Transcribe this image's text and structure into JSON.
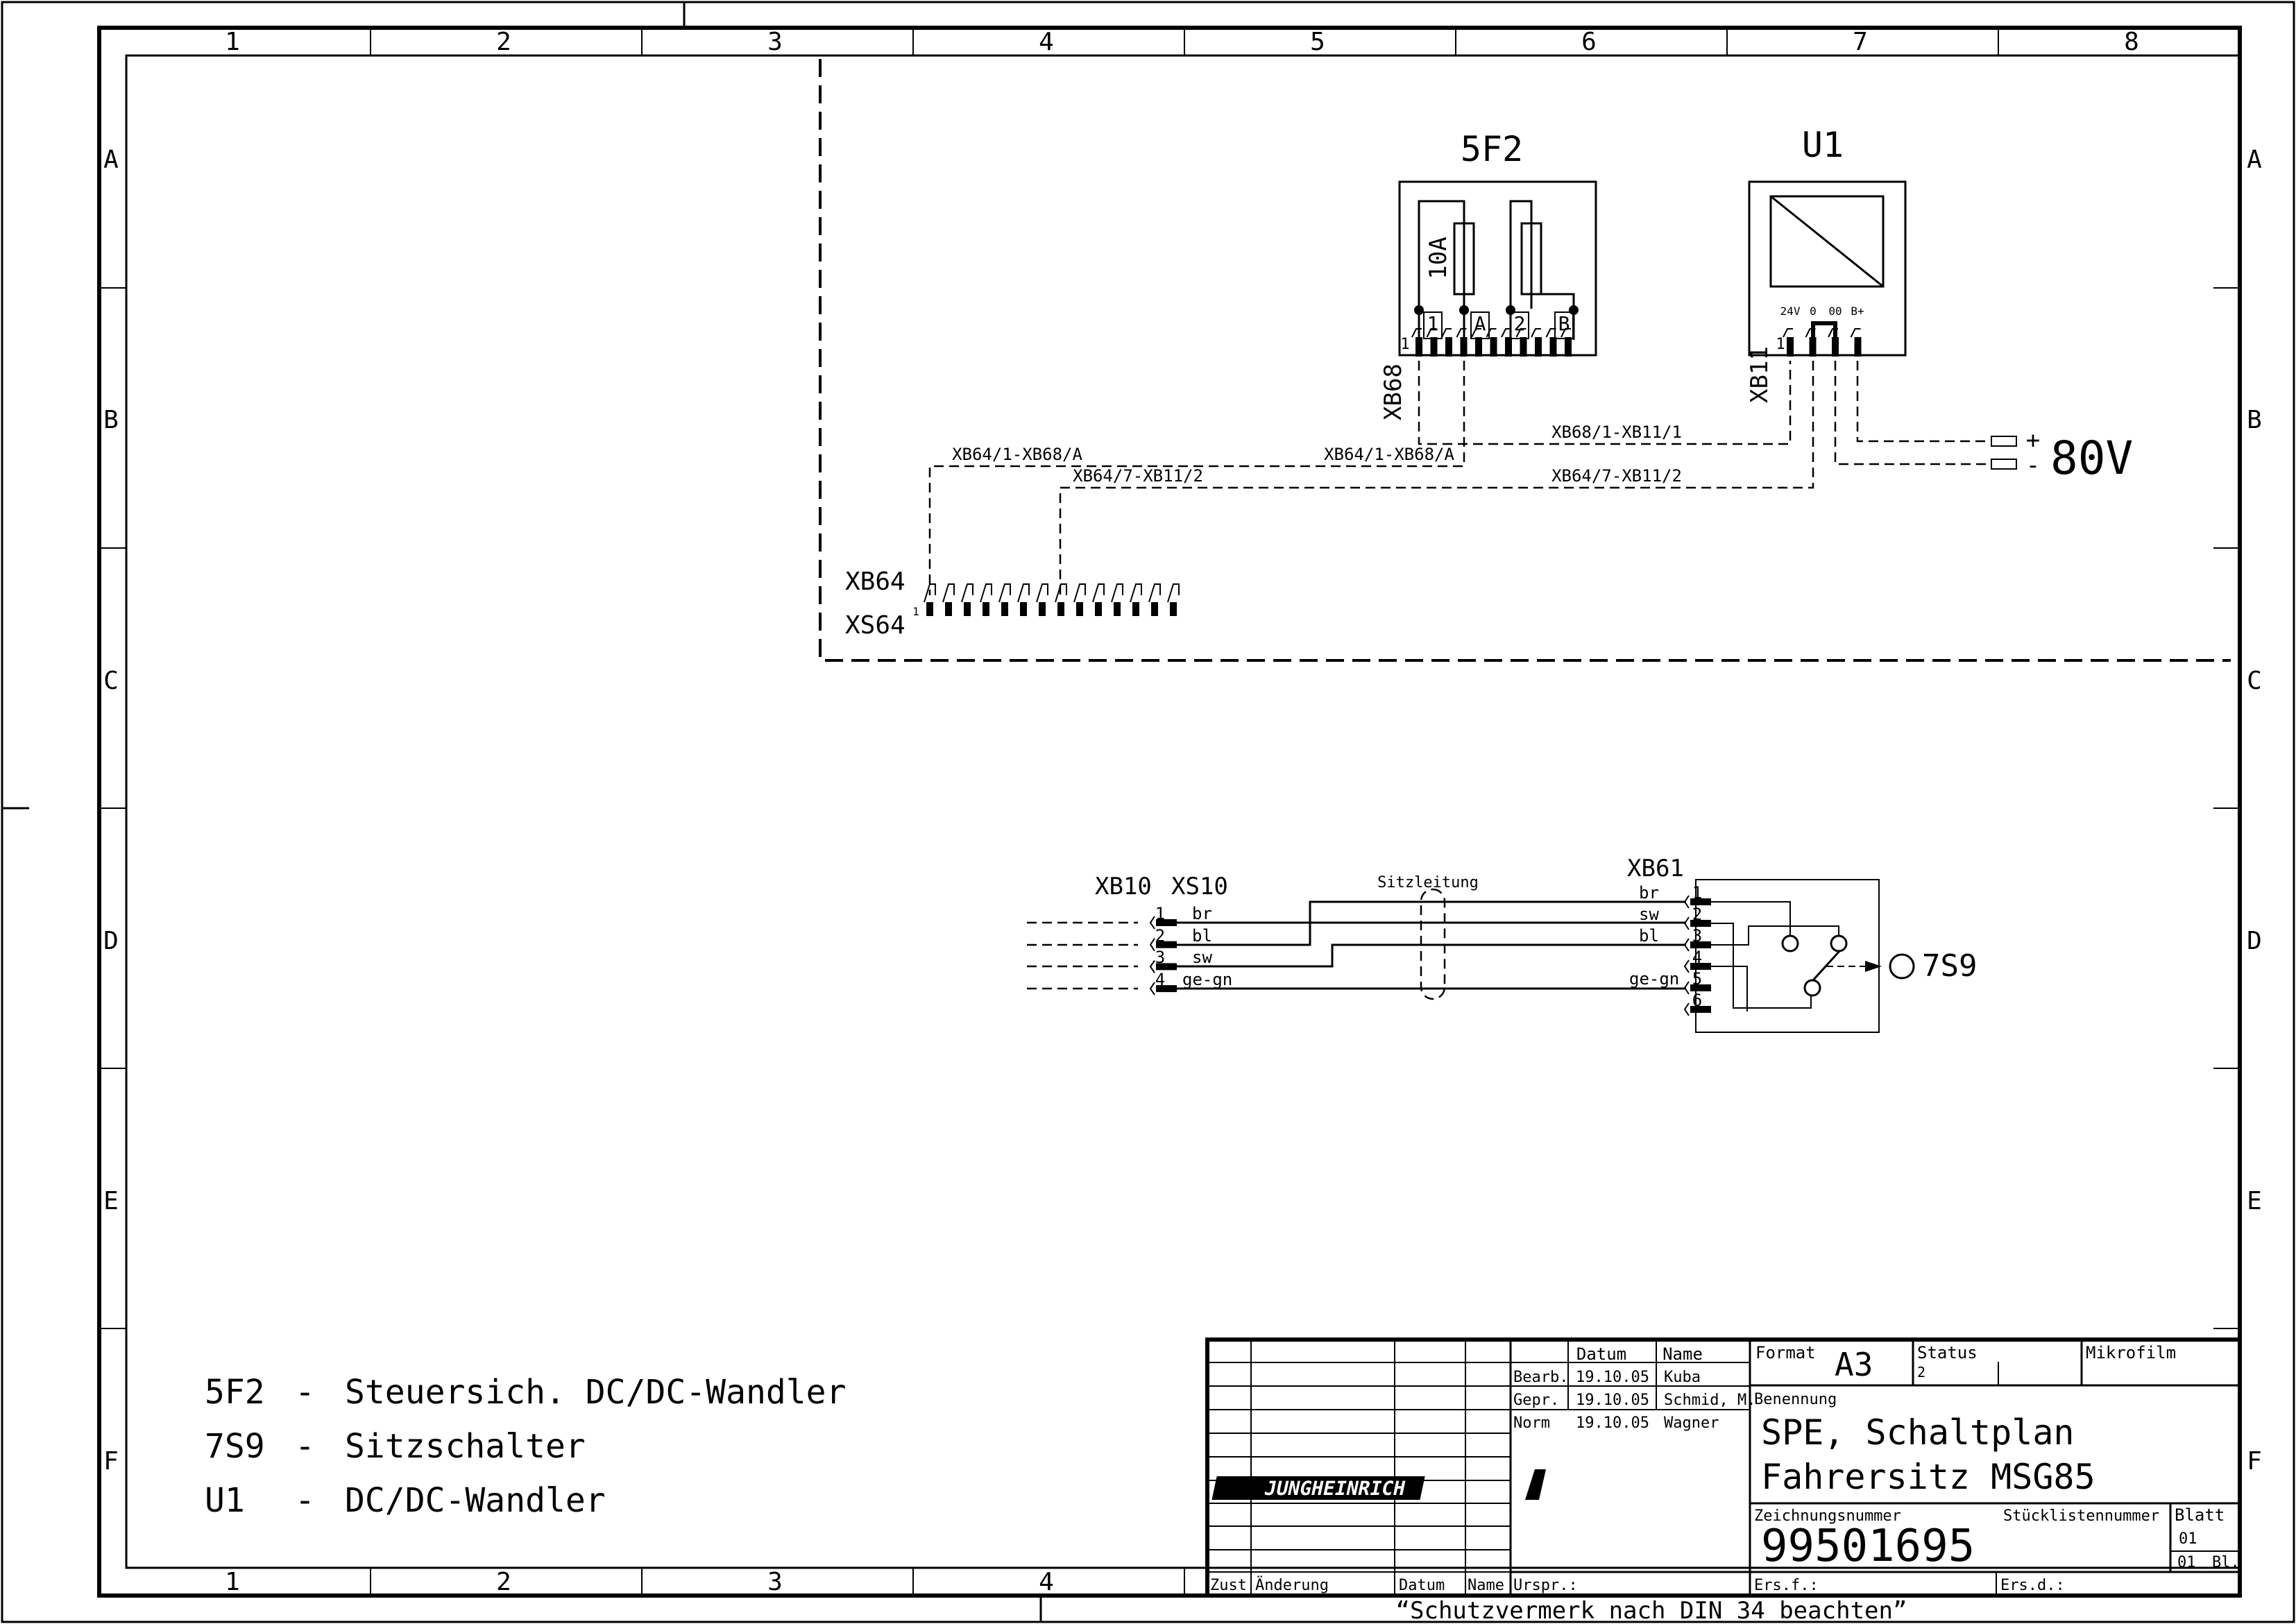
{
  "frame": {
    "columns": [
      "1",
      "2",
      "3",
      "4",
      "5",
      "6",
      "7",
      "8"
    ],
    "rows": [
      "A",
      "B",
      "C",
      "D",
      "E",
      "F"
    ]
  },
  "components": {
    "f2": {
      "ref": "5F2",
      "rating": "10A",
      "terminals": [
        "1",
        "A",
        "2",
        "B"
      ]
    },
    "u1": {
      "ref": "U1",
      "terminals": [
        "24V",
        "0",
        "00",
        "B+"
      ]
    },
    "s9": {
      "ref": "7S9"
    }
  },
  "connectors": {
    "xb68": "XB68",
    "xb11": "XB11",
    "xb64": "XB64",
    "xs64": "XS64",
    "xb10": "XB10",
    "xs10": "XS10",
    "xb61": "XB61",
    "pin_1": "1"
  },
  "wires": {
    "w1": "XB68/1-XB11/1",
    "w2": "XB64/1-XB68/A",
    "w3": "XB64/1-XB68/A",
    "w4": "XB64/7-XB11/2",
    "w5": "XB64/7-XB11/2"
  },
  "supply": {
    "voltage": "80V",
    "plus": "+",
    "minus": "-"
  },
  "seat": {
    "cable": "Sitzleitung",
    "xs10_pins": [
      "1",
      "2",
      "3",
      "4"
    ],
    "xs10_colors": [
      "br",
      "bl",
      "sw",
      "ge-gn"
    ],
    "xb61_pins": [
      "1",
      "2",
      "3",
      "4",
      "5",
      "6"
    ],
    "xb61_colors": [
      "br",
      "sw",
      "bl",
      "ge-gn"
    ]
  },
  "legend": [
    {
      "ref": "5F2",
      "dash": "-",
      "desc": "Steuersich. DC/DC-Wandler"
    },
    {
      "ref": "7S9",
      "dash": "-",
      "desc": "Sitzschalter"
    },
    {
      "ref": "U1",
      "dash": "-",
      "desc": "DC/DC-Wandler"
    }
  ],
  "title_block": {
    "col_datum": "Datum",
    "col_name": "Name",
    "bearb_label": "Bearb.",
    "bearb_date": "19.10.05",
    "bearb_name": "Kuba",
    "gepr_label": "Gepr.",
    "gepr_date": "19.10.05",
    "gepr_name": "Schmid, M.",
    "norm_label": "Norm",
    "norm_date": "19.10.05",
    "norm_name": "Wagner",
    "format_label": "Format",
    "format_value": "A3",
    "status_label": "Status",
    "status_value": "2",
    "mikrofilm_label": "Mikrofilm",
    "benennung_label": "Benennung",
    "title_line1": "SPE, Schaltplan",
    "title_line2": "Fahrersitz MSG85",
    "logo_text": "JUNGHEINRICH",
    "zeichnungsnummer_label": "Zeichnungsnummer",
    "drawing_number": "99501695",
    "stuecklisten_label": "Stücklistennummer",
    "blatt_label": "Blatt",
    "blatt_value": "01",
    "blatt_total": "01",
    "blatt_unit": "Bl.",
    "zust_label": "Zust",
    "aenderung_label": "Änderung",
    "datum_label": "Datum",
    "name_label": "Name",
    "urspr_label": "Urspr.:",
    "ersf_label": "Ers.f.:",
    "ersd_label": "Ers.d.:"
  },
  "protection_note": "“Schutzvermerk nach DIN 34 beachten”"
}
